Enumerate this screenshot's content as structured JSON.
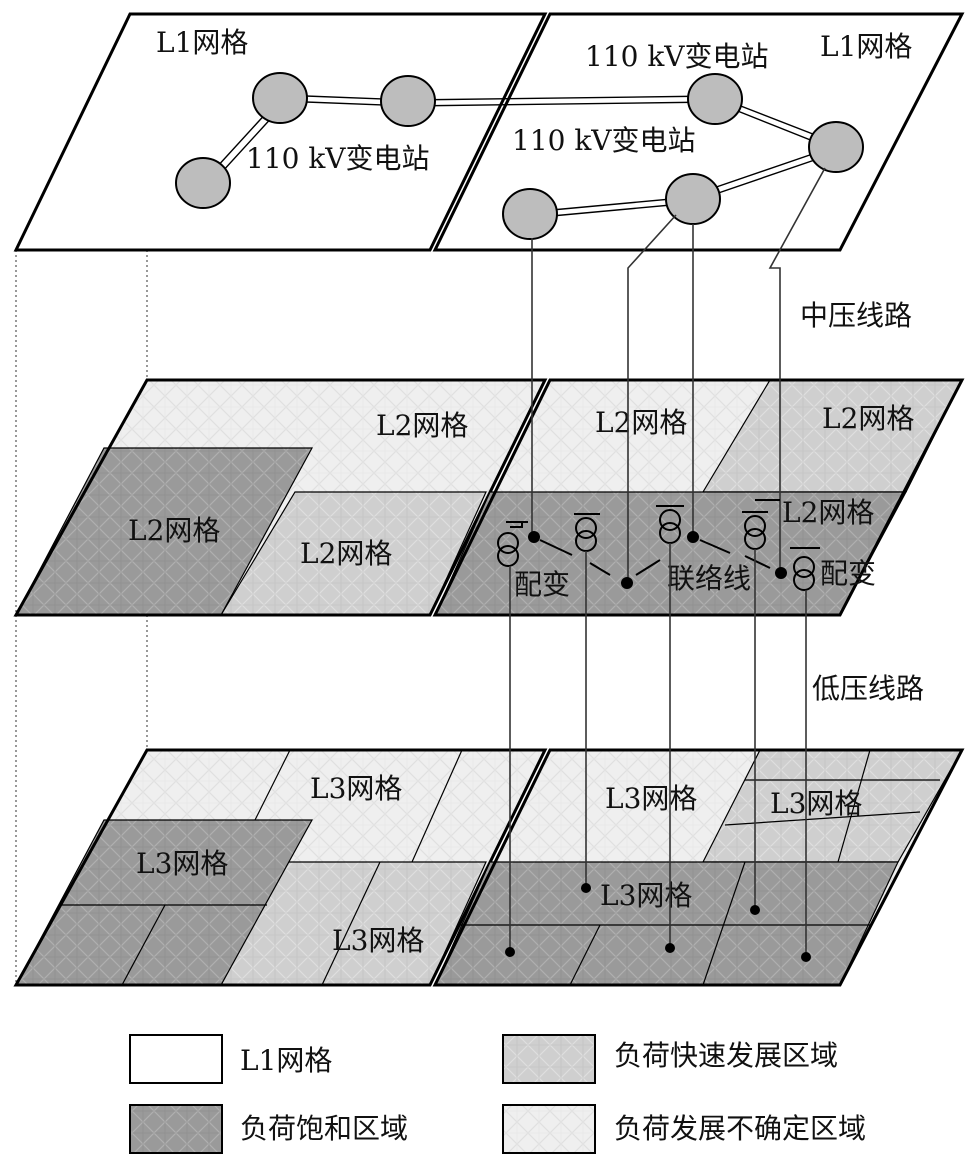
{
  "labels": {
    "l1_left": "L1网格",
    "l1_right": "L1网格",
    "substation_a": "110 kV变电站",
    "substation_b": "110 kV变电站",
    "substation_c": "110 kV变电站",
    "mv_line": "中压线路",
    "lv_line": "低压线路",
    "l2_a": "L2网格",
    "l2_b": "L2网格",
    "l2_c": "L2网格",
    "l2_d": "L2网格",
    "l2_e": "L2网格",
    "l2_f": "L2网格",
    "transformer_a": "配变",
    "transformer_b": "配变",
    "tie_line": "联络线",
    "l3_a": "L3网格",
    "l3_b": "L3网格",
    "l3_c": "L3网格",
    "l3_d": "L3网格",
    "l3_e": "L3网格",
    "l3_f": "L3网格"
  },
  "legend": [
    {
      "label": "L1网格",
      "fill": "white"
    },
    {
      "label": "负荷快速发展区域",
      "fill": "medium"
    },
    {
      "label": "负荷饱和区域",
      "fill": "dark"
    },
    {
      "label": "负荷发展不确定区域",
      "fill": "light"
    }
  ],
  "colors": {
    "saturated": "#9a9a9a",
    "fast": "#cfcfcf",
    "uncertain": "#efefef",
    "l1": "#ffffff"
  }
}
